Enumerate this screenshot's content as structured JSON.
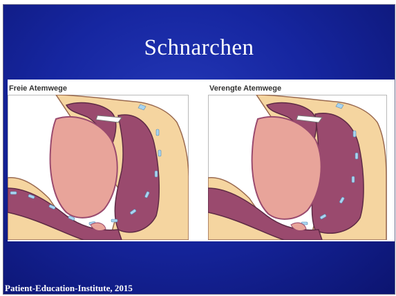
{
  "slide": {
    "title": "Schnarchen",
    "footer": "Patient-Education-Institute, 2015",
    "background_color": "#1626a0"
  },
  "figure": {
    "panels": [
      {
        "label": "Freie Atemwege"
      },
      {
        "label": "Verengte Atemwege"
      }
    ],
    "colors": {
      "skin": "#f5d5a0",
      "tissue": "#9a4a6e",
      "tongue": "#e8a49a",
      "arrow": "#a8d4f0"
    }
  }
}
